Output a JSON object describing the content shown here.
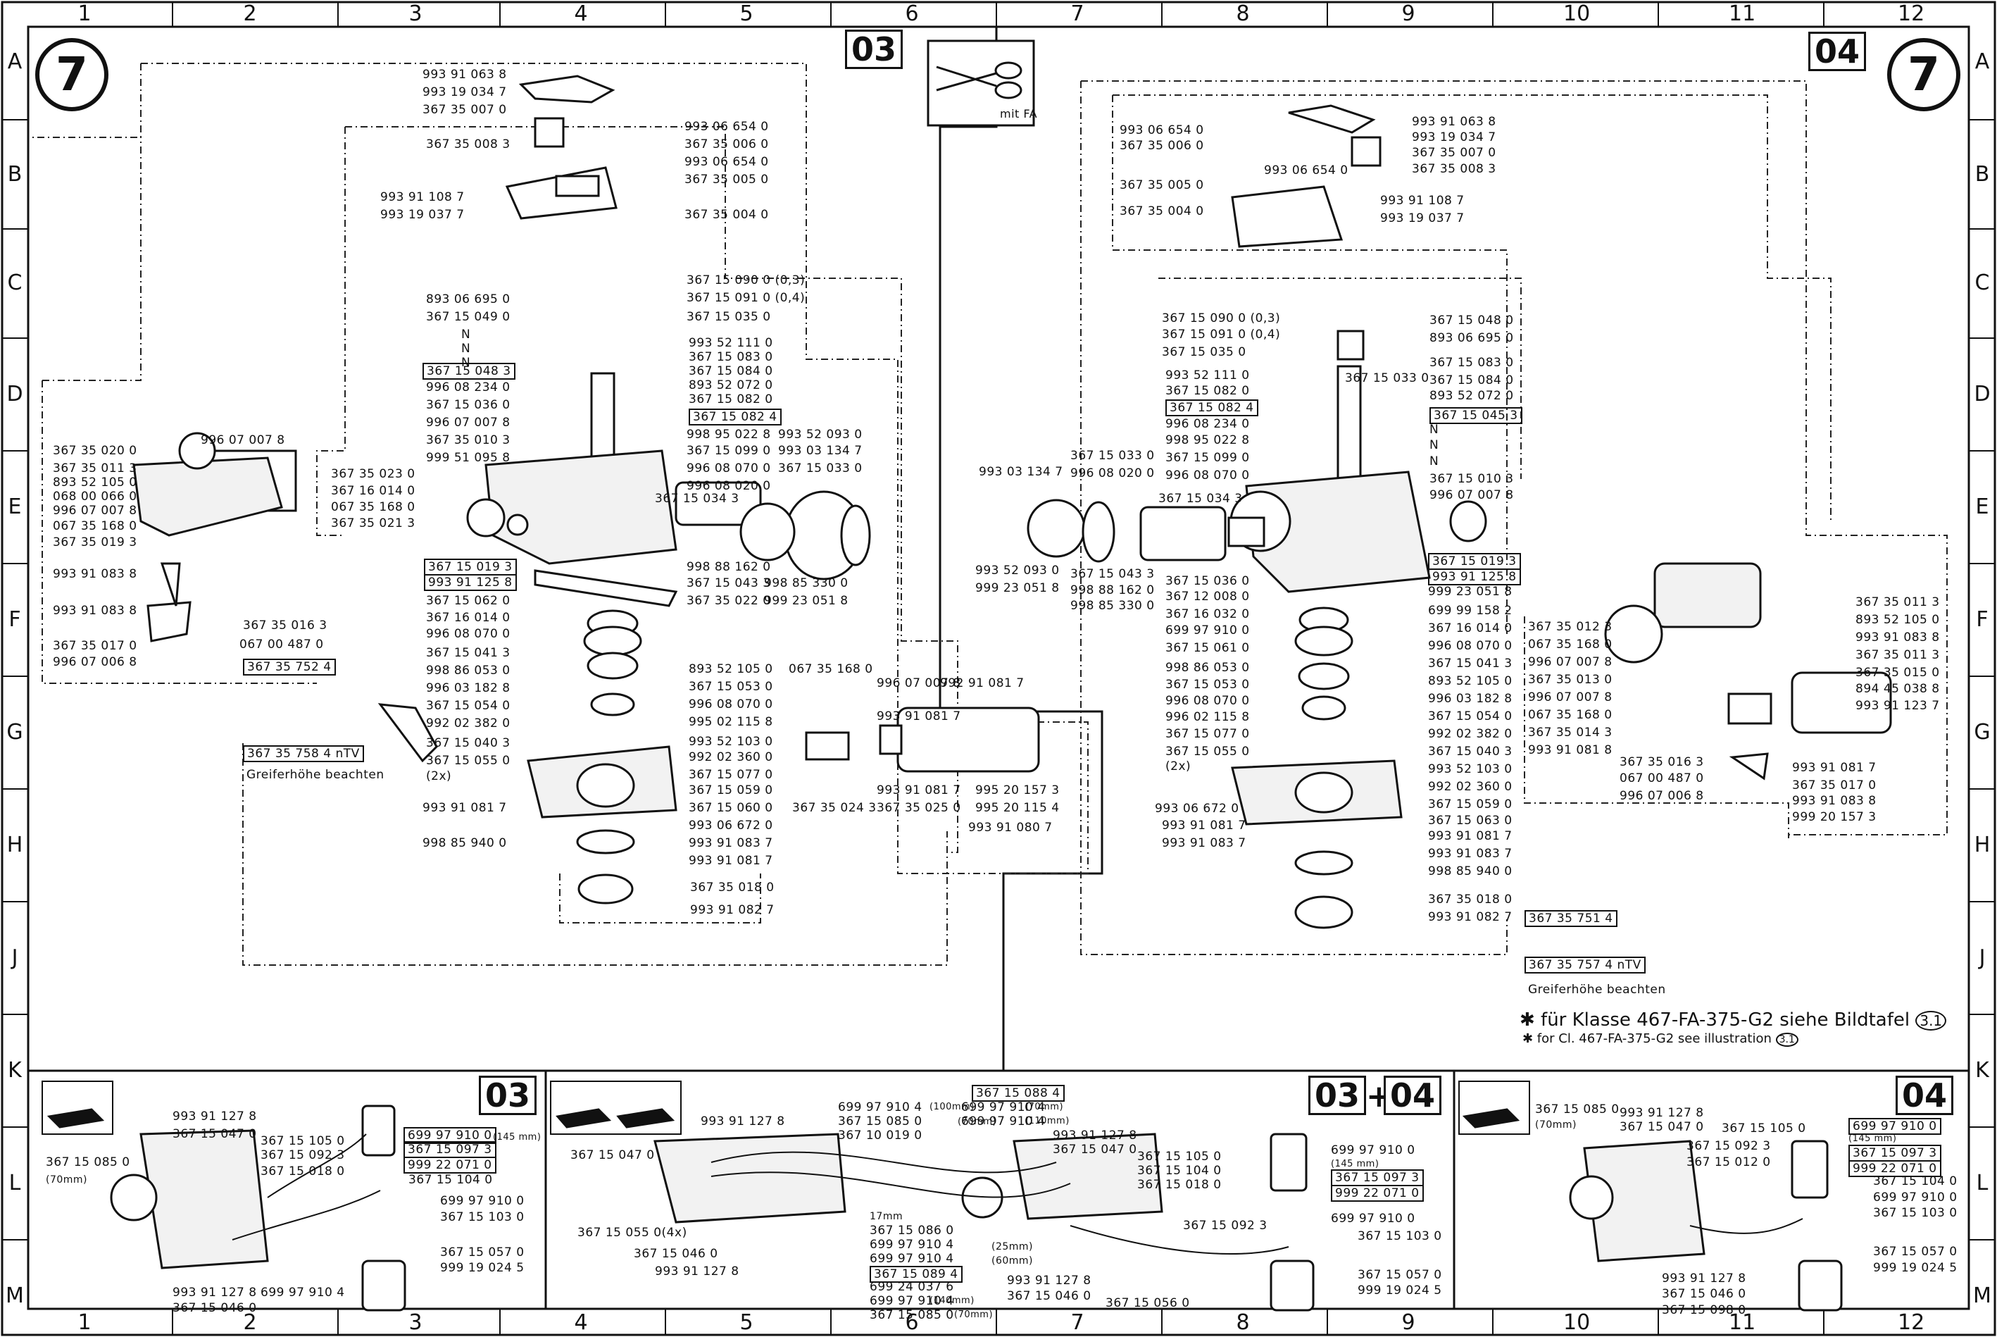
{
  "grid": {
    "columns": [
      "1",
      "2",
      "3",
      "4",
      "5",
      "6",
      "7",
      "8",
      "9",
      "10",
      "11",
      "12"
    ],
    "rows_left": [
      "A",
      "B",
      "C",
      "D",
      "E",
      "F",
      "G",
      "H",
      "J",
      "K",
      "L",
      "M"
    ],
    "rows_right": [
      "A",
      "B",
      "C",
      "D",
      "E",
      "F",
      "G",
      "H",
      "J",
      "K",
      "L",
      "M"
    ]
  },
  "plate_number": "7",
  "section_labels": {
    "left": "03",
    "right": "04",
    "bottom_left": "03",
    "bottom_mid_a": "03",
    "bottom_mid_plus": "+",
    "bottom_mid_b": "04",
    "bottom_right": "04"
  },
  "scissors_label": "mit FA",
  "notes": {
    "de": "✱ für Klasse 467-FA-375-G2 siehe Bildtafel",
    "de_ref": "3.1",
    "en": "✱ for Cl. 467-FA-375-G2 see illustration",
    "en_ref": "3.1",
    "greifer_left": "Greiferhöhe beachten",
    "greifer_right": "Greiferhöhe beachten",
    "ntv_left": "367 35 758 4 nTV",
    "ntv_right": "367 35 757 4 nTV"
  },
  "left_labels": [
    "993 91 063 8",
    "993 19 034 7",
    "367 35 007 0",
    "367 35 008 3",
    "993 06 654 0",
    "367 35 006 0",
    "993 06 654 0",
    "367 35 005 0",
    "993 91 108 7",
    "993 19 037 7",
    "367 35 004 0",
    "893 06 695 0",
    "367 15 049 0",
    "N",
    "N",
    "N",
    "367 15 048 3",
    "996 08 234 0",
    "367 15 036 0",
    "996 07 007 8",
    "367 35 010 3",
    "999 51 095 8",
    "367 15 090 0 (0,3)",
    "367 15 091 0 (0,4)",
    "367 15 035 0",
    "993 52 111 0",
    "367 15 083 0",
    "367 15 084 0",
    "893 52 072 0",
    "367 15 082 0",
    "367 15 082 4",
    "998 95 022 8",
    "367 15 099 0",
    "996 08 070 0",
    "996 08 020 0",
    "367 15 034 3",
    "993 52 093 0",
    "993 03 134 7",
    "367 15 033 0",
    "998 88 162 0",
    "367 15 043 3",
    "998 85 330 0",
    "367 35 022 0",
    "999 23 051 8",
    "367 15 019 3",
    "993 91 125 8",
    "367 15 062 0",
    "367 16 014 0",
    "996 08 070 0",
    "367 15 041 3",
    "998 86 053 0",
    "996 03 182 8",
    "367 15 054 0",
    "992 02 382 0",
    "367 15 040 3",
    "367 15 055 0",
    "(2x)",
    "893 52 105 0",
    "367 15 053 0",
    "996 08 070 0",
    "995 02 115 8",
    "993 52 103 0",
    "992 02 360 0",
    "367 15 077 0",
    "367 15 059 0",
    "367 15 060 0",
    "993 06 672 0",
    "993 91 083 7",
    "993 91 081 7",
    "993 91 081 7",
    "998 85 940 0",
    "367 35 018 0",
    "993 91 082 7",
    "067 35 168 0",
    "996 07 007 8",
    "992 91 081 7",
    "993 91 081 7",
    "367 35 024 3",
    "993 91 081 7",
    "367 35 025 0",
    "995 20 157 3",
    "995 20 115 4",
    "993 91 080 7",
    "367 35 020 0",
    "367 35 011 3",
    "893 52 105 0",
    "068 00 066 0",
    "996 07 007 8",
    "067 35 168 0",
    "367 35 019 3",
    "996 07 007 8",
    "367 35 023 0",
    "367 16 014 0",
    "067 35 168 0",
    "367 35 021 3",
    "993 91 083 8",
    "993 91 083 8",
    "367 35 016 3",
    "367 35 017 0",
    "067 00 487 0",
    "996 07 006 8",
    "367 35 752 4"
  ],
  "right_labels": [
    "993 06 654 0",
    "367 35 006 0",
    "367 35 005 0",
    "367 35 004 0",
    "993 06 654 0",
    "993 91 063 8",
    "993 19 034 7",
    "367 35 007 0",
    "367 35 008 3",
    "993 91 108 7",
    "993 19 037 7",
    "367 15 090 0 (0,3)",
    "367 15 091 0 (0,4)",
    "367 15 035 0",
    "993 52 111 0",
    "367 15 082 0",
    "367 15 082 4",
    "996 08 234 0",
    "998 95 022 8",
    "367 15 099 0",
    "996 08 070 0",
    "367 15 048 0",
    "893 06 695 0",
    "367 15 033 0",
    "367 15 083 0",
    "367 15 084 0",
    "893 52 072 0",
    "367 15 045 3",
    "N",
    "N",
    "N",
    "367 15 010 3",
    "996 07 007 8",
    "993 03 134 7",
    "367 15 033 0",
    "996 08 020 0",
    "367 15 034 3",
    "993 52 093 0",
    "999 23 051 8",
    "367 15 043 3",
    "998 88 162 0",
    "998 85 330 0",
    "367 15 036 0",
    "367 12 008 0",
    "367 16 032 0",
    "699 97 910 0",
    "367 15 061 0",
    "998 86 053 0",
    "367 15 053 0",
    "996 08 070 0",
    "996 02 115 8",
    "367 15 077 0",
    "367 15 055 0",
    "(2x)",
    "367 15 019 3",
    "993 91 125 8",
    "999 23 051 8",
    "699 99 158 2",
    "367 16 014 0",
    "996 08 070 0",
    "367 15 041 3",
    "893 52 105 0",
    "996 03 182 8",
    "367 15 054 0",
    "992 02 382 0",
    "367 15 040 3",
    "993 52 103 0",
    "992 02 360 0",
    "367 15 059 0",
    "367 15 063 0",
    "993 91 081 7",
    "993 91 083 7",
    "998 85 940 0",
    "993 06 672 0",
    "993 91 081 7",
    "993 91 083 7",
    "367 35 018 0",
    "993 91 082 7",
    "367 35 751 4",
    "367 35 012 3",
    "067 35 168 0",
    "996 07 007 8",
    "367 35 013 0",
    "996 07 007 8",
    "067 35 168 0",
    "367 35 014 3",
    "993 91 081 8",
    "367 35 011 3",
    "893 52 105 0",
    "993 91 083 8",
    "367 35 011 3",
    "367 35 015 0",
    "894 45 038 8",
    "993 91 123 7",
    "367 35 016 3",
    "067 00 487 0",
    "996 07 006 8",
    "993 91 081 7",
    "367 35 017 0",
    "993 91 083 8",
    "999 20 157 3"
  ],
  "bottom_left_labels": [
    "993 91 127 8",
    "367 15 047 0",
    "367 15 105 0",
    "367 15 092 3",
    "367 15 018 0",
    "367 15 085 0",
    "(70mm)",
    "699 97 910 0",
    "(145 mm)",
    "367 15 097 3",
    "999 22 071 0",
    "367 15 104 0",
    "699 97 910 0",
    "367 15 103 0",
    "367 15 057 0",
    "999 19 024 5",
    "993 91 127 8",
    "367 15 046 0",
    "699 97 910 4"
  ],
  "bottom_mid_labels": [
    "993 91 127 8",
    "367 15 047 0",
    "699 97 910 4",
    "(100mm)",
    "367 15 085 0",
    "(70mm)",
    "367 10 019 0",
    "367 15 088 4",
    "699 97 910 4",
    "(70mm)",
    "699 97 910 4",
    "(110mm)",
    "993 91 127 8",
    "367 15 047 0",
    "367 15 055 0(4x)",
    "367 15 046 0",
    "993 91 127 8",
    "17mm",
    "367 15 086 0",
    "699 97 910 4",
    "699 97 910 4",
    "367 15 089 4",
    "699 24 037 6",
    "699 97 910 4",
    "(140mm)",
    "367 15 085 0",
    "(70mm)",
    "(25mm)",
    "(60mm)",
    "993 91 127 8",
    "367 15 046 0",
    "367 15 056 0",
    "367 15 105 0",
    "367 15 104 0",
    "367 15 018 0",
    "699 97 910 0",
    "(145 mm)",
    "367 15 097 3",
    "999 22 071 0",
    "367 15 092 3",
    "699 97 910 0",
    "367 15 103 0",
    "367 15 057 0",
    "999 19 024 5"
  ],
  "bottom_right_labels": [
    "367 15 085 0",
    "(70mm)",
    "993 91 127 8",
    "367 15 047 0",
    "367 15 105 0",
    "367 15 092 3",
    "367 15 012 0",
    "699 97 910 0",
    "(145 mm)",
    "367 15 097 3",
    "999 22 071 0",
    "367 15 104 0",
    "699 97 910 0",
    "367 15 103 0",
    "367 15 057 0",
    "999 19 024 5",
    "993 91 127 8",
    "367 15 046 0",
    "367 15 098 0"
  ]
}
